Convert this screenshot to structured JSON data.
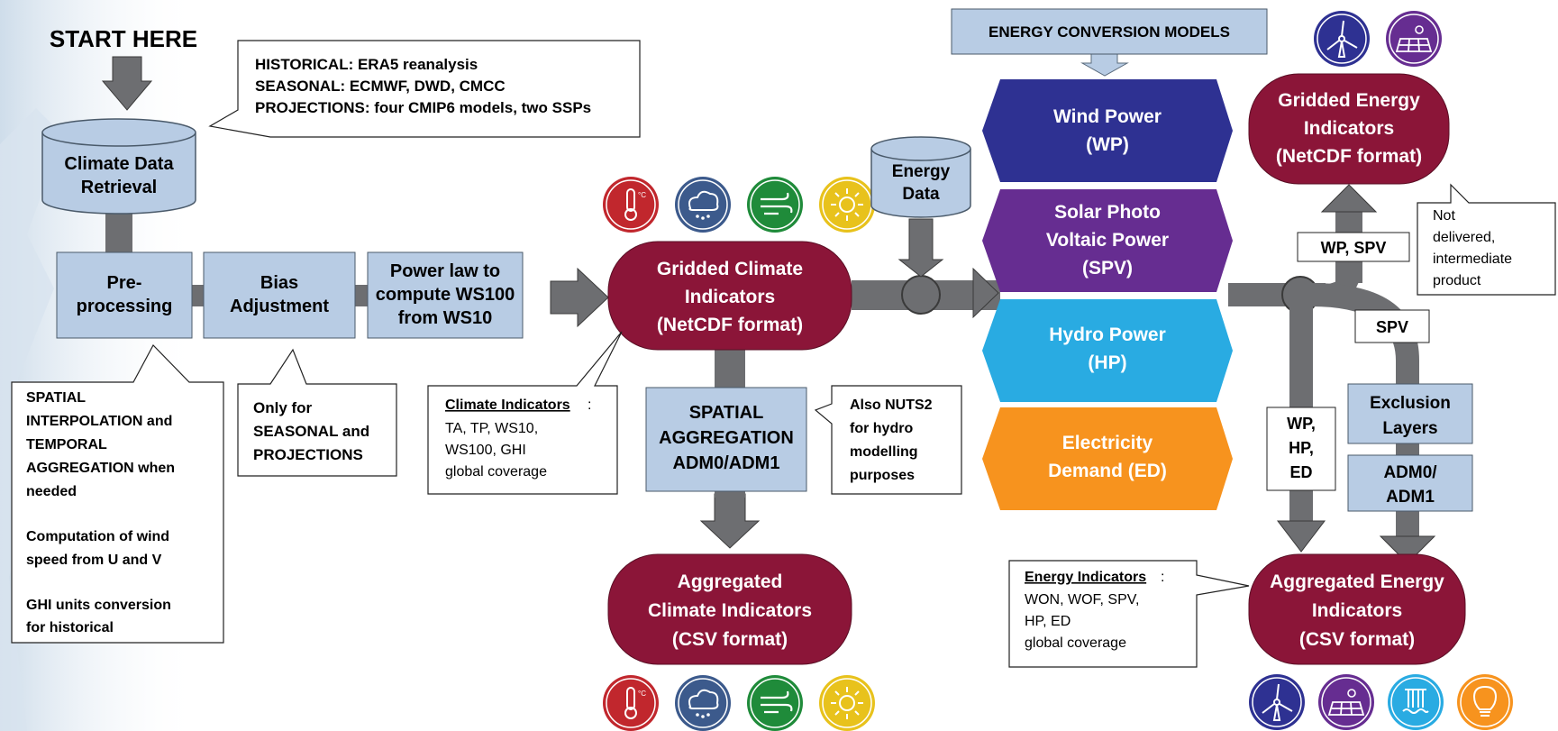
{
  "start": "START HERE",
  "sources_note": [
    "HISTORICAL: ERA5 reanalysis",
    "SEASONAL: ECMWF, DWD, CMCC",
    "PROJECTIONS: four CMIP6 models, two SSPs"
  ],
  "retrieval": [
    "Climate Data",
    "Retrieval"
  ],
  "preprocessing": [
    "Pre-",
    "processing"
  ],
  "bias": [
    "Bias",
    "Adjustment"
  ],
  "powerlaw": [
    "Power law to",
    "compute WS100",
    "from WS10"
  ],
  "preproc_note": [
    "SPATIAL",
    "INTERPOLATION and",
    "TEMPORAL",
    "AGGREGATION when",
    "needed",
    "",
    "Computation of wind",
    "speed from U and V",
    "",
    "GHI units conversion",
    "for historical"
  ],
  "bias_note": [
    "Only for",
    "SEASONAL and",
    "PROJECTIONS"
  ],
  "gridded_climate": [
    "Gridded Climate",
    "Indicators",
    "(NetCDF format)"
  ],
  "climate_indicators_note": {
    "heading": "Climate Indicators",
    "lines": [
      "TA, TP, WS10,",
      "WS100, GHI",
      "global coverage"
    ]
  },
  "spatial_agg": [
    "SPATIAL",
    "AGGREGATION",
    "ADM0/ADM1"
  ],
  "nuts_note": [
    "Also NUTS2",
    "for hydro",
    "modelling",
    "purposes"
  ],
  "aggregated_climate": [
    "Aggregated",
    "Climate Indicators",
    "(CSV format)"
  ],
  "energy_data": [
    "Energy",
    "Data"
  ],
  "models_header": "ENERGY CONVERSION MODELS",
  "models": [
    {
      "lines": [
        "Wind Power",
        "(WP)"
      ],
      "color": "#2e3192"
    },
    {
      "lines": [
        "Solar Photo",
        "Voltaic Power",
        "(SPV)"
      ],
      "color": "#662d91"
    },
    {
      "lines": [
        "Hydro Power",
        "(HP)"
      ],
      "color": "#29abe2"
    },
    {
      "lines": [
        "Electricity",
        "Demand (ED)"
      ],
      "color": "#f7931e"
    }
  ],
  "gridded_energy": [
    "Gridded Energy",
    "Indicators",
    "(NetCDF format)"
  ],
  "not_delivered_note": [
    "Not",
    "delivered,",
    "intermediate",
    "product"
  ],
  "label_wp_spv": "WP, SPV",
  "label_spv": "SPV",
  "label_wp_hp_ed": [
    "WP,",
    "HP,",
    "ED"
  ],
  "exclusion": [
    "Exclusion",
    "Layers"
  ],
  "adm": [
    "ADM0/",
    "ADM1"
  ],
  "energy_indicators_note": {
    "heading": "Energy Indicators",
    "lines": [
      "WON, WOF, SPV,",
      "HP, ED",
      "global coverage"
    ]
  },
  "aggregated_energy": [
    "Aggregated Energy",
    "Indicators",
    "(CSV format)"
  ],
  "icons_climate": [
    "thermometer-icon",
    "rain-cloud-icon",
    "wind-icon",
    "sun-icon"
  ],
  "icons_energy": [
    "wind-turbine-icon",
    "solar-panel-icon",
    "hydro-dam-icon",
    "lightbulb-icon"
  ],
  "colors": {
    "box_fill": "#b8cce4",
    "terminal": "#8b1538",
    "arrow": "#6d6e71",
    "thermometer": "#c1272d",
    "rain": "#3c5a8c",
    "wind": "#1f8b3a",
    "sun": "#e8c21c",
    "turbine": "#2e3192",
    "solar": "#662d91",
    "hydro": "#29abe2",
    "bulb": "#f7931e"
  }
}
